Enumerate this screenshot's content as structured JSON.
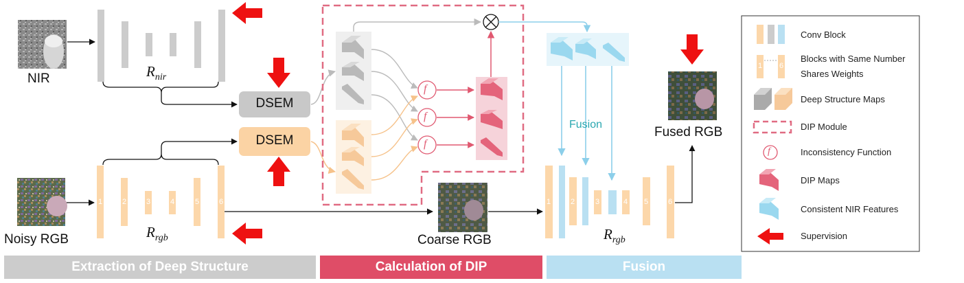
{
  "inputs": {
    "nir": "NIR",
    "noisy_rgb": "Noisy RGB"
  },
  "encoders": {
    "nir": {
      "base": "R",
      "sub": "nir"
    },
    "rgb": {
      "base": "R",
      "sub": "rgb"
    },
    "fusion": {
      "base": "R",
      "sub": "rgb"
    }
  },
  "modules": {
    "dsem_top": "DSEM",
    "dsem_bottom": "DSEM"
  },
  "block_numbers": [
    "1",
    "2",
    "3",
    "4",
    "5",
    "6"
  ],
  "labels": {
    "coarse_rgb": "Coarse RGB",
    "fused_rgb": "Fused RGB",
    "fusion": "Fusion",
    "f": "f"
  },
  "stages": [
    {
      "label": "Extraction of Deep Structure",
      "color": "#cccccc"
    },
    {
      "label": "Calculation of DIP",
      "color": "#df4d67"
    },
    {
      "label": "Fusion",
      "color": "#b9e0f2"
    }
  ],
  "legend": {
    "conv_block": "Conv Block",
    "shared_weights_line1": "Blocks with Same Number",
    "shared_weights_line2": "Shares Weights",
    "shared_1": "1",
    "shared_6": "6",
    "deep_structure_maps": "Deep Structure Maps",
    "dip_module": "DIP Module",
    "inconsistency_function": "Inconsistency Function",
    "dip_maps": "DIP Maps",
    "consistent_nir_features": "Consistent NIR Features",
    "supervision": "Supervision"
  },
  "colors": {
    "gray": "#cccccc",
    "orange": "#fcd7aa",
    "blue": "#b9e0f2",
    "pink": "#e8687f",
    "red": "#ee1111",
    "dsem_gray": "#c8c8c8",
    "dsem_orange": "#fbd3a4",
    "fusion_text": "#2aa7b0"
  }
}
